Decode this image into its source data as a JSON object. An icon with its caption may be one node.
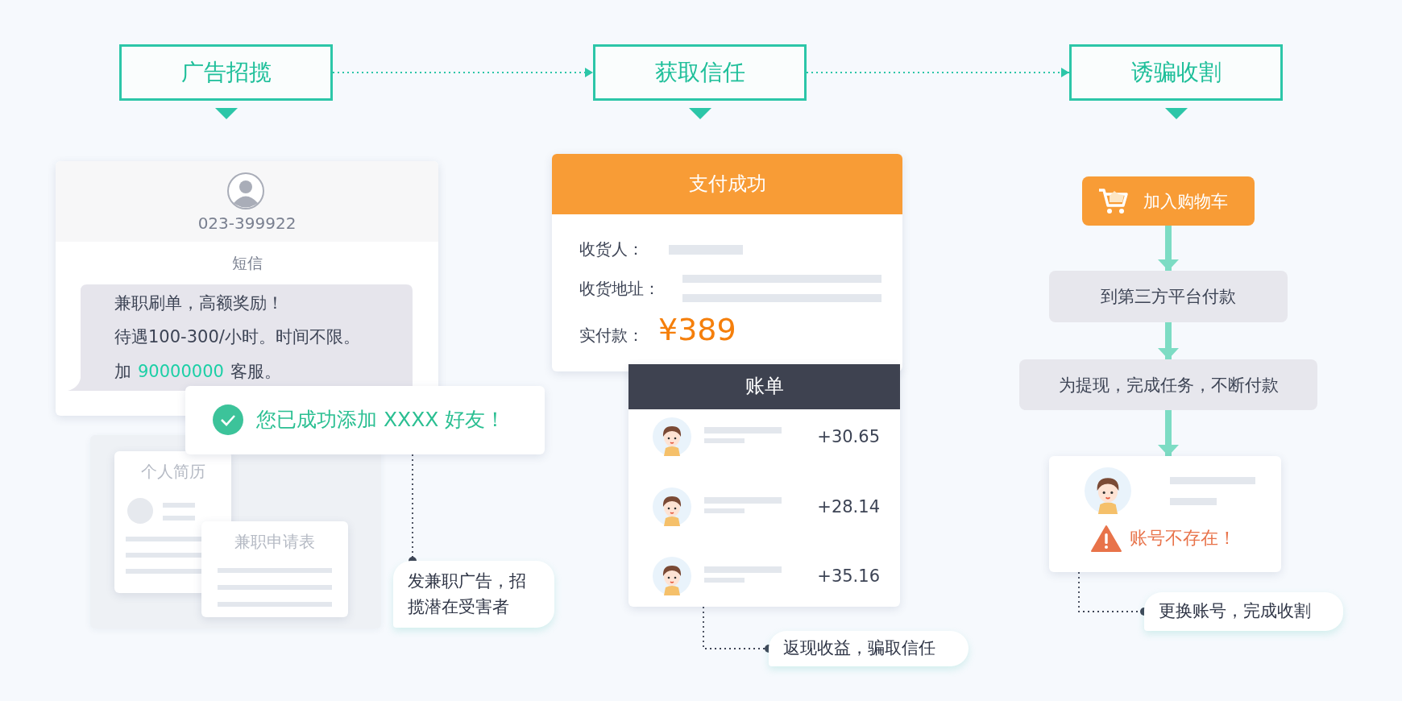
{
  "diagram": {
    "nodes": [
      {
        "text": [
          "广告招揽"
        ]
      },
      {
        "text": [
          "获取信任"
        ]
      },
      {
        "text": [
          "诱骗收割"
        ]
      },
      {
        "text": [
          "023-399922",
          "短信"
        ]
      },
      {
        "text": [
          "兼职刷单，高额奖励！",
          "待遇100-300/小时。时间不限。",
          "加",
          "90000000",
          "客服。"
        ],
        "in": 3
      },
      {
        "text": [
          "您已成功添加 XXXX 好友！"
        ]
      },
      {
        "text": [],
        "shape": "box"
      },
      {
        "text": [
          "个人简历"
        ],
        "in": 6
      },
      {
        "text": [
          "兼职申请表"
        ],
        "in": 6
      },
      {
        "text": [
          "发兼职广告，招揽潜在受害者"
        ]
      },
      {
        "text": [
          "支付成功",
          "收货人：",
          "收货地址：",
          "实付款：",
          "¥389"
        ]
      },
      {
        "text": [
          "账单",
          "+30.65",
          "+28.14",
          "+35.16"
        ]
      },
      {
        "text": [
          "返现收益，骗取信任"
        ]
      },
      {
        "text": [
          "加入购物车"
        ]
      },
      {
        "text": [
          "到第三方平台付款"
        ]
      },
      {
        "text": [
          "为提现，完成任务，不断付款"
        ]
      },
      {
        "text": [
          "账号不存在！"
        ]
      },
      {
        "text": [
          "更换账号，完成收割"
        ]
      }
    ],
    "edges": [
      {
        "from": 0,
        "to": 1,
        "arrow": "to",
        "style": "dashed",
        "color": "#2cc6a8"
      },
      {
        "from": 1,
        "to": 2,
        "arrow": "to",
        "style": "dashed",
        "color": "#2cc6a8"
      },
      {
        "from": 5,
        "to": 9,
        "arrow": "other",
        "style": "dashed"
      },
      {
        "from": 11,
        "to": 12,
        "arrow": "other",
        "style": "dashed"
      },
      {
        "from": 13,
        "to": 14,
        "arrow": "to",
        "style": "thick",
        "color": "#7ddcc4"
      },
      {
        "from": 14,
        "to": 15,
        "arrow": "to",
        "style": "thick",
        "color": "#7ddcc4"
      },
      {
        "from": 15,
        "to": 16,
        "arrow": "to",
        "style": "thick",
        "color": "#7ddcc4"
      },
      {
        "from": 16,
        "to": 17,
        "arrow": "other",
        "style": "dashed"
      }
    ]
  }
}
